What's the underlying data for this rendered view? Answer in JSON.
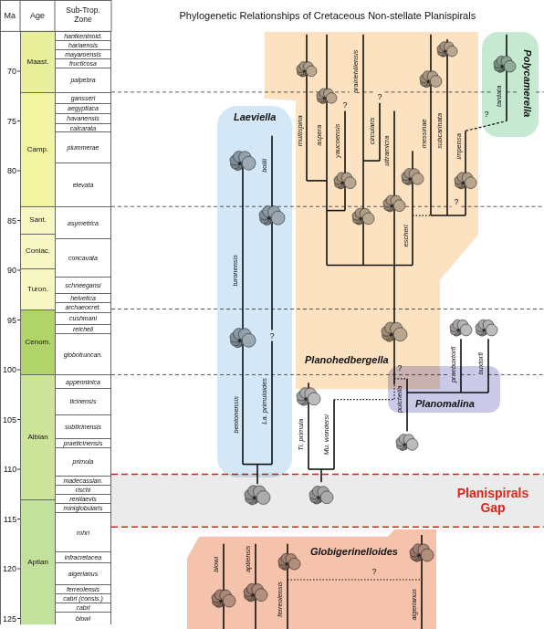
{
  "diagram": {
    "title": "Phylogenetic Relationships of Cretaceous Non-stellate Planispirals",
    "nodes": [
      {
        "text": [
          "Maast."
        ]
      },
      {
        "text": [
          "Camp."
        ]
      },
      {
        "text": [
          "Sant."
        ]
      },
      {
        "text": [
          "Coniac."
        ]
      },
      {
        "text": [
          "Turon."
        ]
      },
      {
        "text": [
          "Cenom."
        ]
      },
      {
        "text": [
          "Albian"
        ]
      },
      {
        "text": [
          "Aptian"
        ]
      },
      {
        "text": [
          "hantkeninoid."
        ]
      },
      {
        "text": [
          "hariaensis"
        ]
      },
      {
        "text": [
          "mayaroensis"
        ]
      },
      {
        "text": [
          "fructicosa"
        ]
      },
      {
        "text": [
          "palpebra"
        ]
      },
      {
        "text": [
          "gansseri"
        ]
      },
      {
        "text": [
          "aegyptiaca"
        ]
      },
      {
        "text": [
          "havanensis"
        ]
      },
      {
        "text": [
          "calcarata"
        ]
      },
      {
        "text": [
          "plummerae"
        ]
      },
      {
        "text": [
          "elevata"
        ]
      },
      {
        "text": [
          "asymetrica"
        ]
      },
      {
        "text": [
          "concavata"
        ]
      },
      {
        "text": [
          "schneegansi"
        ]
      },
      {
        "text": [
          "helvetica"
        ]
      },
      {
        "text": [
          "archaeocret."
        ]
      },
      {
        "text": [
          "cushmani"
        ]
      },
      {
        "text": [
          "reicheli"
        ]
      },
      {
        "text": [
          "globotruncan."
        ]
      },
      {
        "text": [
          "appenninica"
        ]
      },
      {
        "text": [
          "ticinensis"
        ]
      },
      {
        "text": [
          "subticinensis"
        ]
      },
      {
        "text": [
          "praeticinensis"
        ]
      },
      {
        "text": [
          "primula"
        ]
      },
      {
        "text": [
          "madecassian."
        ]
      },
      {
        "text": [
          "rischi"
        ]
      },
      {
        "text": [
          "renilaevis"
        ]
      },
      {
        "text": [
          "miniglobularis"
        ]
      },
      {
        "text": [
          "rohri"
        ]
      },
      {
        "text": [
          "infracretacea"
        ]
      },
      {
        "text": [
          "algerianus"
        ]
      },
      {
        "text": [
          "ferreolensis"
        ]
      },
      {
        "text": [
          "cabri (consis.)"
        ]
      },
      {
        "text": [
          "cabri"
        ]
      },
      {
        "text": [
          "blowi"
        ]
      },
      {
        "text": [
          "Laeviella"
        ]
      },
      {
        "text": [
          "Planohedbergella"
        ]
      },
      {
        "text": [
          "Polycamerella"
        ]
      },
      {
        "text": [
          "Planomalina"
        ]
      },
      {
        "text": [
          "Planispirals Gap"
        ]
      },
      {
        "text": [
          "Globigerinelloides"
        ]
      }
    ],
    "labels": [
      "Ma",
      "Age",
      "Sub-Trop. Zone",
      "70",
      "75",
      "80",
      "85",
      "90",
      "95",
      "100",
      "105",
      "110",
      "115",
      "120",
      "125",
      "turonensis",
      "bollii",
      "bentonensis",
      "La. primuloides",
      "multispina",
      "aspera",
      "prairiehillensis",
      "yaucoensis",
      "circularis",
      "ultramicra",
      "escheri",
      "messinae",
      "subcarinata",
      "impensa",
      "tardata",
      "Ti. primula",
      "Mu. wondersi",
      "pulchella",
      "praebuxtorfi",
      "buxtorfi",
      "blowi",
      "aptiensis",
      "ferreolensis",
      "algerianus",
      "?",
      "?",
      "?",
      "?",
      "?",
      "?",
      "?"
    ]
  }
}
